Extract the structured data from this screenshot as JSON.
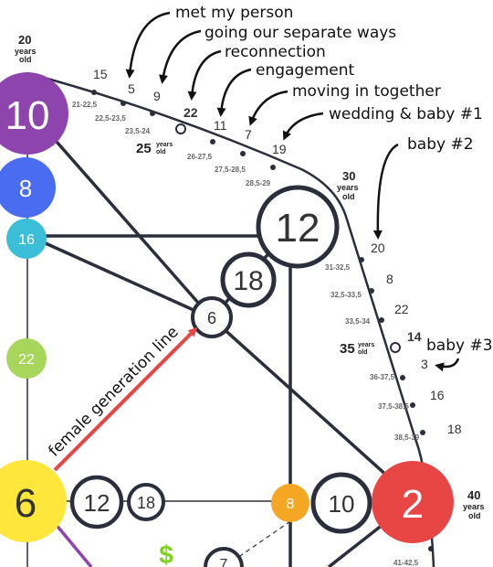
{
  "annotations": {
    "met": "met my person",
    "separate": "going our separate ways",
    "reconnection": "reconnection",
    "engagement": "engagement",
    "moving": "moving in together",
    "wedding": "wedding & baby #1",
    "baby2": "baby #2",
    "baby3": "baby #3",
    "female_line": "female generation line"
  },
  "ages": {
    "a20": {
      "num": "20",
      "unit1": "years",
      "unit2": "old"
    },
    "a25": {
      "num": "25",
      "unit1": "years",
      "unit2": "old"
    },
    "a30": {
      "num": "30",
      "unit1": "years",
      "unit2": "old"
    },
    "a35": {
      "num": "35",
      "unit1": "years",
      "unit2": "old"
    },
    "a40": {
      "num": "40",
      "unit1": "years",
      "unit2": "old"
    }
  },
  "ranges": {
    "r1": "21-22,5",
    "r2": "22,5-23,5",
    "r3": "23,5-24",
    "r4": "26-27,5",
    "r5": "27,5-28,5",
    "r6": "28,5-29",
    "r7": "31-32,5",
    "r8": "32,5-33,5",
    "r9": "33,5-34",
    "r10": "36-37,5",
    "r11": "37,5-38,5",
    "r12": "38,5-39",
    "r13": "41-42,5"
  },
  "path_numbers": {
    "n15": "15",
    "n5": "5",
    "n9": "9",
    "n22a": "22",
    "n11": "11",
    "n7": "7",
    "n19": "19",
    "n20": "20",
    "n8": "8",
    "n22b": "22",
    "n14": "14",
    "n3": "3",
    "n16": "16",
    "n18": "18"
  },
  "circles": {
    "c10_purple": "10",
    "c8_blue": "8",
    "c16_cyan": "16",
    "c22_green": "22",
    "c6_yellow": "6",
    "c12_big": "12",
    "c18_mid": "18",
    "c6_small": "6",
    "c12_row": "12",
    "c18_row": "18",
    "c8_orange": "8",
    "c10_row": "10",
    "c2_red": "2",
    "c7_bottom": "7"
  },
  "symbols": {
    "dollar": "$"
  },
  "colors": {
    "purple": "#8e44ad",
    "blue": "#4a6cf0",
    "cyan": "#3bbfd8",
    "green": "#a8d65a",
    "yellow": "#ffe63b",
    "orange": "#f5a623",
    "red": "#e84545",
    "arrow_red": "#e84545",
    "line": "#2b2e3b",
    "dollar_green": "#7ed321"
  }
}
